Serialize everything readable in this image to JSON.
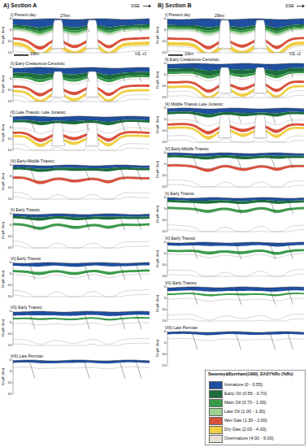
{
  "diagram": {
    "labels": [
      "A) Section A",
      "SSE",
      "B) Section B",
      "SSE",
      "27km",
      "V.E. x3",
      "10km",
      "29km",
      "V.E. x2",
      "10km",
      "Sweeney&Burnham(1990)_EASY%Ro (%Ro)",
      "I) Present day",
      "Depth (km)",
      "0",
      "5",
      "10",
      "15",
      "II) Early Cretaceous-Cenozoic",
      "Depth (km)",
      "0",
      "5",
      "10",
      "15",
      "III) Late Triassic- Late Jurassic",
      "Depth (km)",
      "0",
      "5",
      "10",
      "15",
      "IV) Early-Middle Triassic",
      "Depth (km)",
      "0",
      "5",
      "10",
      "15",
      "V) Early Triassic",
      "Depth (km)",
      "0",
      "5",
      "10",
      "15",
      "VI) Early Triassic",
      "Depth (km)",
      "0",
      "5",
      "10",
      "15",
      "VII) Early Triassic",
      "Depth (km)",
      "0",
      "5",
      "10",
      "15",
      "VIII) Late Permian",
      "Depth (km)",
      "0",
      "5",
      "10",
      "15",
      "I) Present day",
      "Depth (km)",
      "0",
      "5",
      "10",
      "15",
      "II) Early Cretaceous-Cenozoic",
      "Depth (km)",
      "0",
      "5",
      "10",
      "15",
      "III) Middle Triassic-Late Jurassic",
      "Depth (km)",
      "0",
      "5",
      "10",
      "15",
      "IV) Early-Middle Triassic",
      "Depth (km)",
      "0",
      "5",
      "10",
      "15",
      "V) Early Triassic",
      "Depth (km)",
      "0",
      "5",
      "10",
      "15",
      "VI) Early Triassic",
      "Depth (km)",
      "0",
      "5",
      "10",
      "15",
      "VII) Early Triassic",
      "Depth (km)",
      "0",
      "5",
      "10",
      "15",
      "VIII) Late Permian",
      "Depth (km)",
      "0",
      "5",
      "10",
      "15"
    ],
    "legend": [
      {
        "text": "Immature (0 - 0.55)",
        "color": "#1f4fa0"
      },
      {
        "text": "Early Oil (0.55 - 0.70)",
        "color": "#1d6e3c"
      },
      {
        "text": "Main Oil (0.70 - 1.00)",
        "color": "#3a9c4a"
      },
      {
        "text": "Late Oil (1.00 - 1.30)",
        "color": "#9bd18f"
      },
      {
        "text": "Wet Gas (1.30 - 2.00)",
        "color": "#d9503c"
      },
      {
        "text": "Dry Gas (2.00 - 4.00)",
        "color": "#f0cf45"
      },
      {
        "text": "Overmature (4.00 - 5.00)",
        "color": "#e5e1d6"
      }
    ]
  }
}
